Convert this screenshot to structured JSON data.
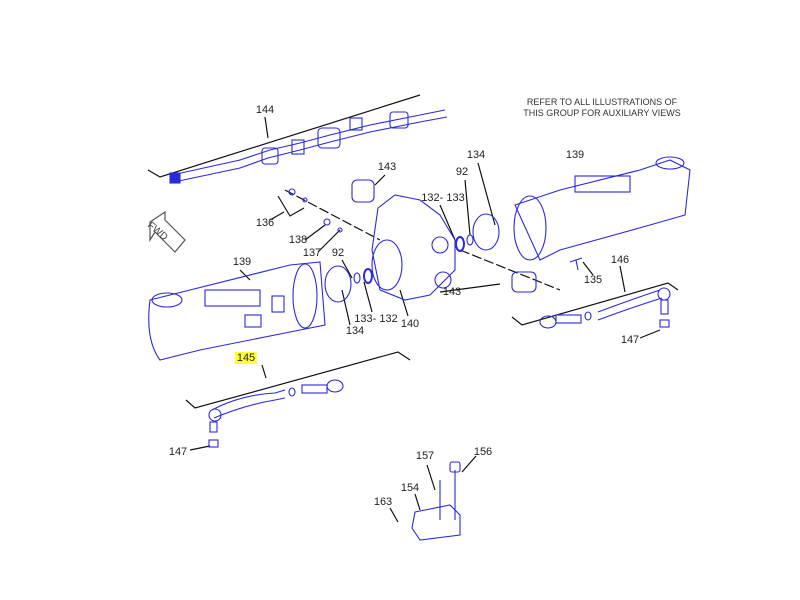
{
  "note": {
    "line1": "REFER TO ALL ILLUSTRATIONS OF",
    "line2": "THIS GROUP FOR AUXILIARY VIEWS"
  },
  "fwd_label": "FWD",
  "colors": {
    "part_line": "#2a2adc",
    "leader": "#111111",
    "highlight": "#ffff33"
  },
  "callouts": [
    {
      "id": "c144",
      "text": "144"
    },
    {
      "id": "c143a",
      "text": "143"
    },
    {
      "id": "c92a",
      "text": "92"
    },
    {
      "id": "c134a",
      "text": "134"
    },
    {
      "id": "c139a",
      "text": "139"
    },
    {
      "id": "c132a",
      "text": "132- 133"
    },
    {
      "id": "c136",
      "text": "136"
    },
    {
      "id": "c138",
      "text": "138"
    },
    {
      "id": "c137",
      "text": "137"
    },
    {
      "id": "c139b",
      "text": "139"
    },
    {
      "id": "c92b",
      "text": "92"
    },
    {
      "id": "c135",
      "text": "135"
    },
    {
      "id": "c146",
      "text": "146"
    },
    {
      "id": "c143b",
      "text": "143"
    },
    {
      "id": "c134b",
      "text": "134"
    },
    {
      "id": "c133b",
      "text": "133- 132"
    },
    {
      "id": "c140",
      "text": "140"
    },
    {
      "id": "c147a",
      "text": "147"
    },
    {
      "id": "c145",
      "text": "145",
      "highlighted": true
    },
    {
      "id": "c147b",
      "text": "147"
    },
    {
      "id": "c157",
      "text": "157"
    },
    {
      "id": "c156",
      "text": "156"
    },
    {
      "id": "c154",
      "text": "154"
    },
    {
      "id": "c163",
      "text": "163"
    }
  ]
}
